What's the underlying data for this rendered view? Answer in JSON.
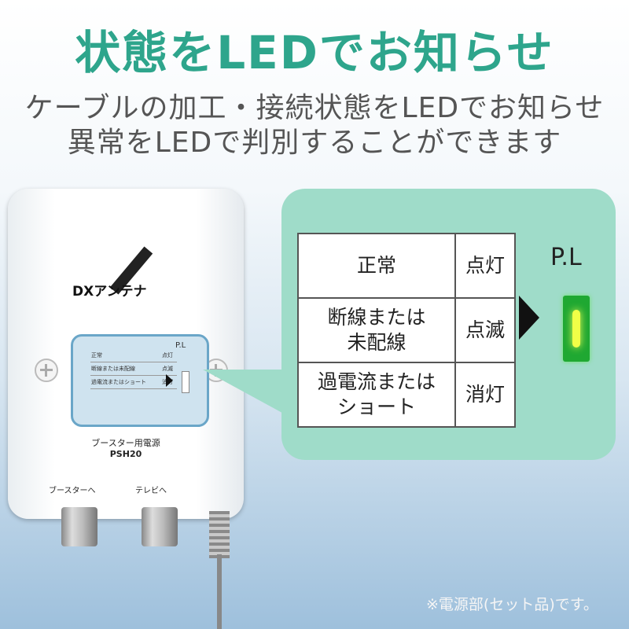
{
  "headline": "状態をLEDでお知らせ",
  "subtitle_lines": [
    "ケーブルの加工・接続状態をLEDでお知らせ",
    "異常をLEDで判別することができます"
  ],
  "device": {
    "brand": "DXアンテナ",
    "model_name": "ブースター用電源",
    "model_code": "PSH20",
    "port_labels": [
      "ブースターへ",
      "テレビへ"
    ],
    "mini_table": [
      {
        "condition": "正常",
        "state": "点灯"
      },
      {
        "condition": "断線または未配線",
        "state": "点滅"
      },
      {
        "condition": "過電流またはショート",
        "state": "消灯"
      }
    ],
    "mini_pl": "P.L"
  },
  "callout": {
    "rows": [
      {
        "condition": "正常",
        "state": "点灯"
      },
      {
        "condition": "断線または\n未配線",
        "state": "点滅"
      },
      {
        "condition": "過電流または\nショート",
        "state": "消灯"
      }
    ],
    "pl_label": "P.L",
    "led_color": "#1fa832",
    "led_glow_color": "#f1ff47",
    "bubble_color": "#9fdcc9"
  },
  "footnote": "※電源部(セット品)です。",
  "colors": {
    "headline": "#2ea58c"
  }
}
